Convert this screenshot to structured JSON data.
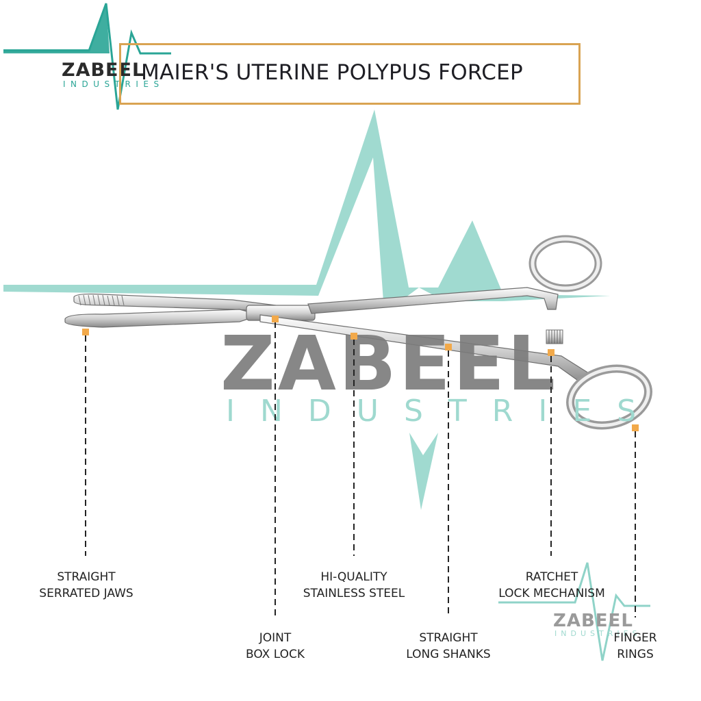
{
  "title": "MAIER'S UTERINE POLYPUS FORCEP",
  "brand": {
    "name": "ZABEEL",
    "subtitle": "INDUSTRIES"
  },
  "labels": [
    {
      "id": "jaws",
      "line1": "STRAIGHT",
      "line2": "SERRATED JAWS"
    },
    {
      "id": "joint",
      "line1": "JOINT",
      "line2": "BOX LOCK"
    },
    {
      "id": "steel",
      "line1": "HI-QUALITY",
      "line2": "STAINLESS STEEL"
    },
    {
      "id": "shanks",
      "line1": "STRAIGHT",
      "line2": "LONG SHANKS"
    },
    {
      "id": "ratchet",
      "line1": "RATCHET",
      "line2": "LOCK MECHANISM"
    },
    {
      "id": "rings",
      "line1": "FINGER",
      "line2": "RINGS"
    }
  ],
  "colors": {
    "accent_teal": "#2aa596",
    "watermark_teal": "#8fd3c8",
    "title_border": "#d9a352",
    "marker": "#f2a94a",
    "steel_light": "#eeeeee",
    "steel_dark": "#8a8a8a",
    "text": "#222222"
  }
}
